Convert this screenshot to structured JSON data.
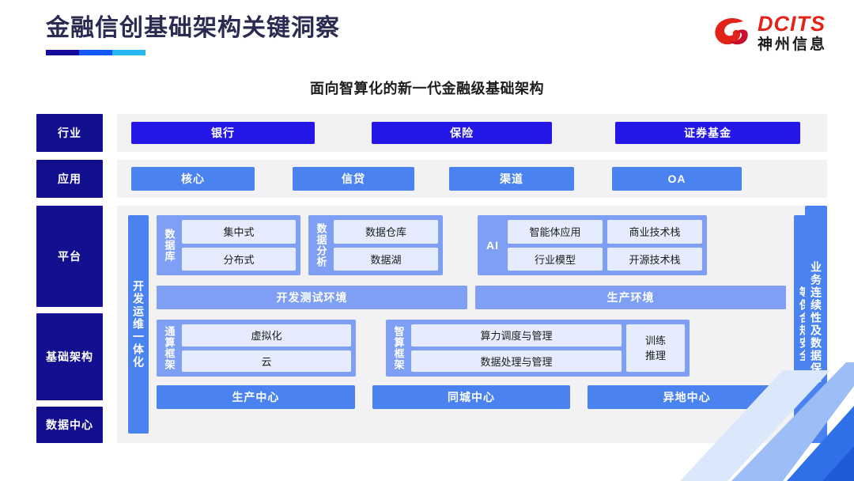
{
  "header": {
    "title": "金融信创基础架构关键洞察",
    "rule_colors": [
      "#140a9b",
      "#1358f5",
      "#27b7f0"
    ]
  },
  "logo": {
    "mark": "dcits-swirl-logo",
    "en": "DCITS",
    "cn": "神州信息",
    "color": "#e2231a"
  },
  "subtitle": "面向智算化的新一代金融级基础架构",
  "colors": {
    "label_navy": "#12108f",
    "chip_deep_blue": "#2417e8",
    "chip_blue": "#4a83f0",
    "group_blue": "#7e9ff4",
    "subchip": "#e4ecfd",
    "panel_gray": "#f2f2f4"
  },
  "rows": {
    "industry": {
      "label": "行业",
      "items": [
        "银行",
        "保险",
        "证券基金"
      ]
    },
    "application": {
      "label": "应用",
      "items": [
        "核心",
        "信贷",
        "渠道",
        "OA"
      ]
    }
  },
  "stack": {
    "labels": {
      "platform": "平台",
      "infrastructure": "基础架构",
      "datacenter": "数据中心"
    },
    "devops_bar": "开发运维一体化",
    "compliance_bar": "等保合规安全",
    "continuity_bar": "业务连续性及数据保护",
    "platform_groups": [
      {
        "title": "数据库",
        "items": [
          "集中式",
          "分布式"
        ]
      },
      {
        "title": "数据分析",
        "items": [
          "数据仓库",
          "数据湖"
        ]
      },
      {
        "title": "AI",
        "col1": [
          "智能体应用",
          "行业模型"
        ],
        "col2": [
          "商业技术栈",
          "开源技术栈"
        ]
      }
    ],
    "environments": [
      "开发测试环境",
      "生产环境"
    ],
    "frameworks": [
      {
        "title": "通算框架",
        "items": [
          "虚拟化",
          "云"
        ]
      },
      {
        "title": "智算框架",
        "items": [
          "算力调度与管理",
          "数据处理与管理"
        ],
        "side": "训练\n推理",
        "side_lines": [
          "训练",
          "推理"
        ]
      }
    ],
    "datacenters": [
      "生产中心",
      "同城中心",
      "异地中心"
    ]
  }
}
